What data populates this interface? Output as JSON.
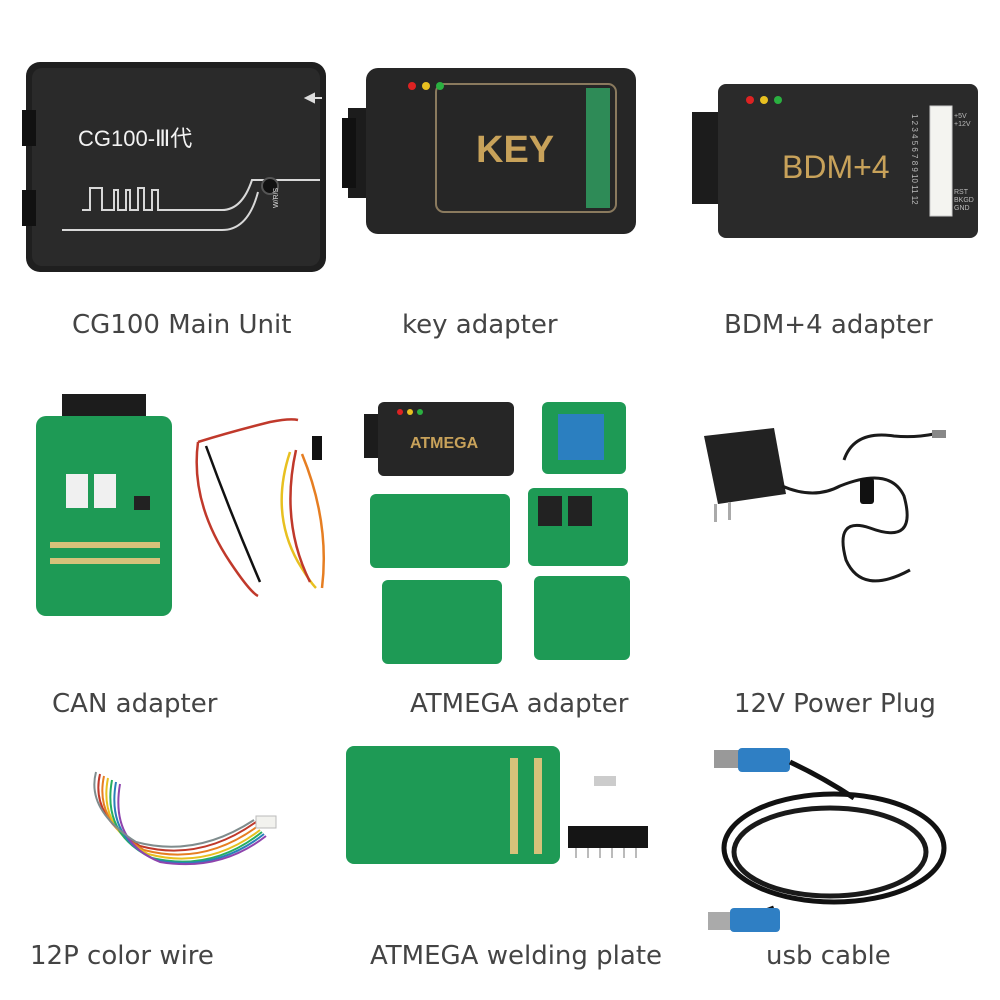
{
  "captions": {
    "main_unit": "CG100 Main Unit",
    "key_adapter": "key adapter",
    "bdm_adapter": "BDM+4 adapter",
    "can_adapter": "CAN adapter",
    "atmega_adapter": "ATMEGA adapter",
    "power_plug": "12V Power Plug",
    "color_wire": "12P color wire",
    "welding_plate": "ATMEGA welding plate",
    "usb_cable": "usb cable"
  },
  "device_labels": {
    "main_unit": "CG100-Ⅲ代",
    "main_unit_button": "W/R/S",
    "key": "KEY",
    "bdm": "BDM+4",
    "bdm_pins": "1 2 3 4 5 6 7 8 9 10 11 12",
    "bdm_pin_5v": "+5V",
    "bdm_pin_12v": "+12V",
    "bdm_pin_rst": "RST",
    "bdm_pin_bkgd": "BKGD",
    "bdm_pin_gnd": "GND",
    "atmega": "ATMEGA"
  },
  "colors": {
    "caption_text": "#444444",
    "device_black": "#262626",
    "pcb_green": "#1e9a55",
    "usb_blue": "#2f7fc4",
    "gold_text": "#c8a25a"
  }
}
